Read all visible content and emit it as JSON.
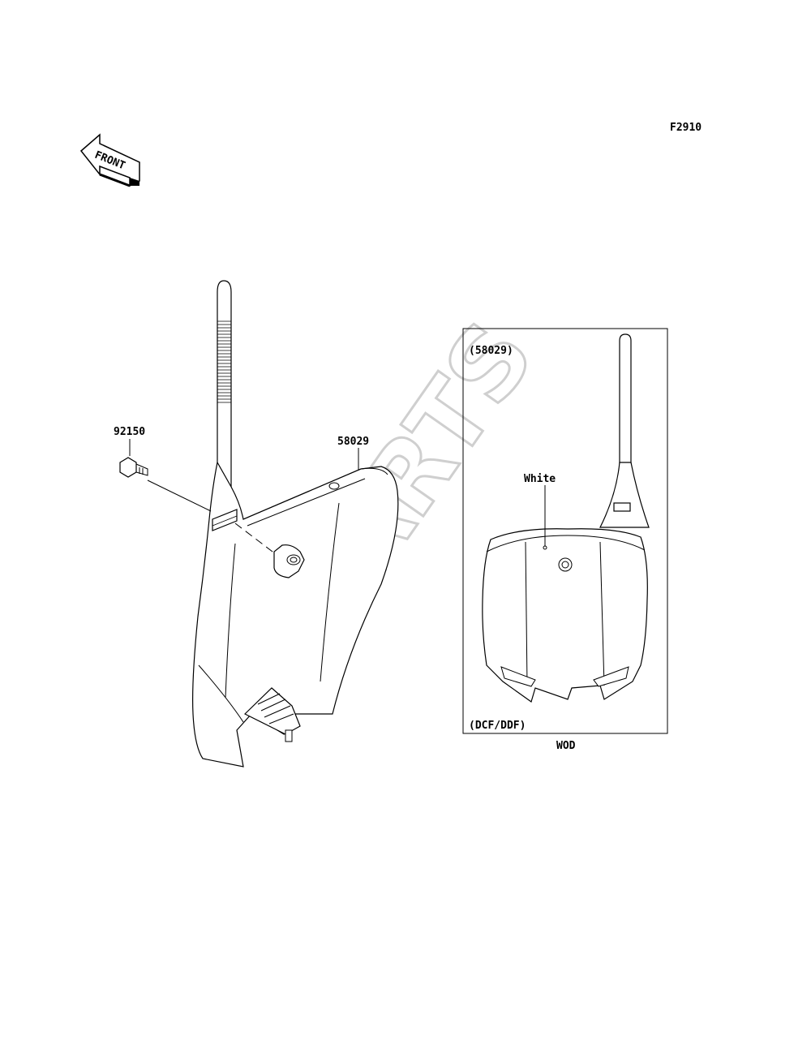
{
  "diagram_id": "F2910",
  "front_arrow": {
    "label": "FRONT",
    "icon": "front-arrow-icon"
  },
  "watermark": "XPARTS",
  "parts": [
    {
      "number": "92150"
    },
    {
      "number": "58029"
    }
  ],
  "inset": {
    "ref_label": "(58029)",
    "color_label": "White",
    "variant_label": "(DCF/DDF)",
    "caption": "WOD"
  }
}
